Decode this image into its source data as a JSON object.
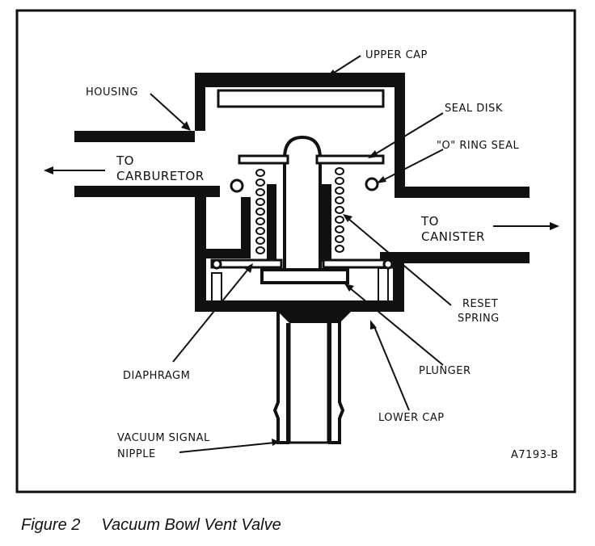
{
  "labels": {
    "upper_cap": "UPPER CAP",
    "housing": "HOUSING",
    "seal_disk": "SEAL DISK",
    "o_ring_seal": "\"O\" RING SEAL",
    "to_carburetor_line1": "TO",
    "to_carburetor_line2": "CARBURETOR",
    "to_canister_line1": "TO",
    "to_canister_line2": "CANISTER",
    "reset_spring_line1": "RESET",
    "reset_spring_line2": "SPRING",
    "diaphragm": "DIAPHRAGM",
    "plunger": "PLUNGER",
    "lower_cap": "LOWER CAP",
    "vacuum_signal_nipple_line1": "VACUUM SIGNAL",
    "vacuum_signal_nipple_line2": "NIPPLE",
    "drawing_code": "A7193-B"
  },
  "caption": {
    "figure_number": "Figure 2",
    "title": "Vacuum Bowl Vent Valve"
  }
}
